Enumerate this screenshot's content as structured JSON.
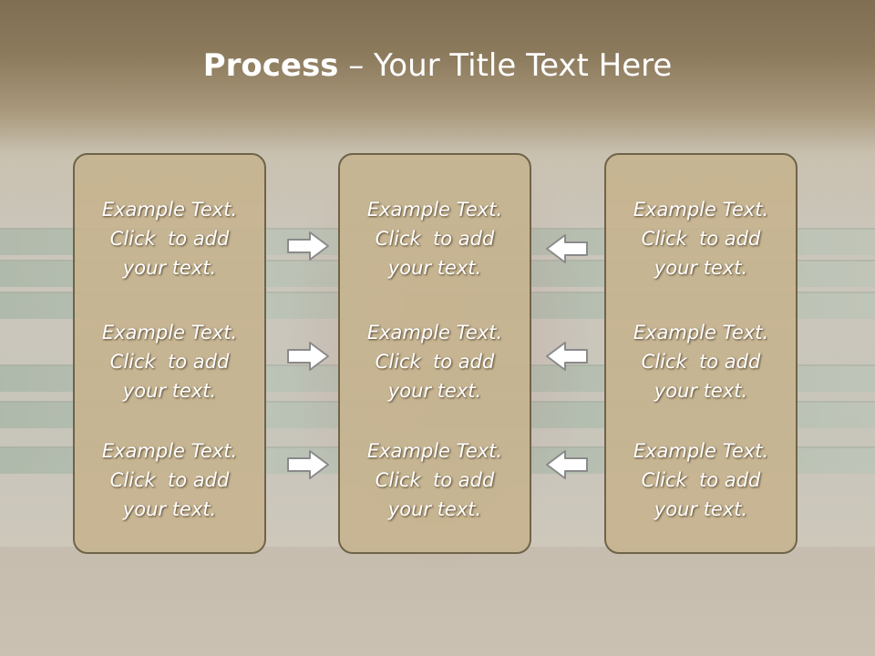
{
  "title": {
    "bold": "Process",
    "rest": " – Your Title Text Here"
  },
  "columns": [
    {
      "items": [
        {
          "line1": "Example Text.",
          "line2": "Click  to add",
          "line3": "your text."
        },
        {
          "line1": "Example Text.",
          "line2": "Click  to add",
          "line3": "your text."
        },
        {
          "line1": "Example Text.",
          "line2": "Click  to add",
          "line3": "your text."
        }
      ]
    },
    {
      "items": [
        {
          "line1": "Example Text.",
          "line2": "Click  to add",
          "line3": "your text."
        },
        {
          "line1": "Example Text.",
          "line2": "Click  to add",
          "line3": "your text."
        },
        {
          "line1": "Example Text.",
          "line2": "Click  to add",
          "line3": "your text."
        }
      ]
    },
    {
      "items": [
        {
          "line1": "Example Text.",
          "line2": "Click  to add",
          "line3": "your text."
        },
        {
          "line1": "Example Text.",
          "line2": "Click  to add",
          "line3": "your text."
        },
        {
          "line1": "Example Text.",
          "line2": "Click  to add",
          "line3": "your text."
        }
      ]
    }
  ],
  "arrows": {
    "left_group": "right-arrow-icon",
    "right_group": "left-arrow-icon"
  },
  "colors": {
    "box_fill": "#c6b490",
    "box_border": "#6f6349",
    "title_bar": "#7f6e52",
    "text": "#ffffff"
  }
}
